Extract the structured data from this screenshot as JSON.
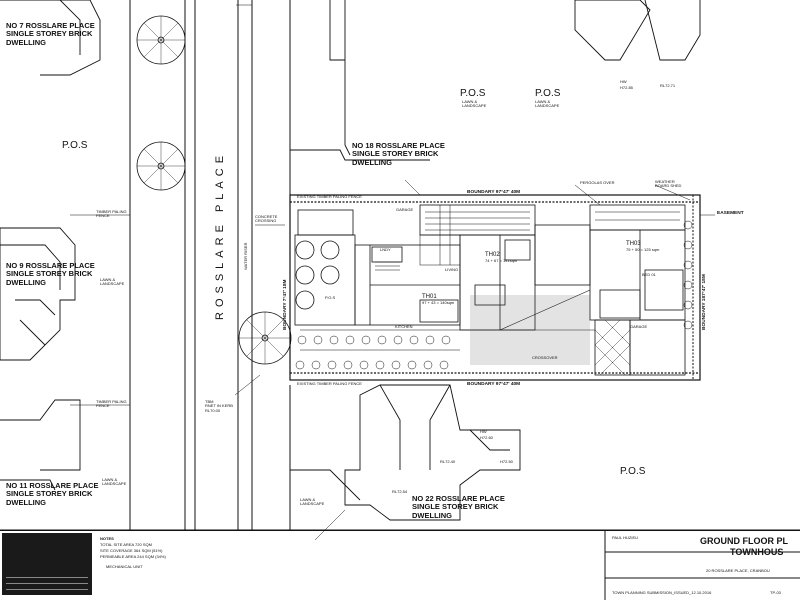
{
  "lots": {
    "no7": [
      "NO 7 ROSSLARE PLACE",
      "SINGLE STOREY BRICK",
      "DWELLING"
    ],
    "no9": [
      "NO 9 ROSSLARE PLACE",
      "SINGLE STOREY BRICK",
      "DWELLING"
    ],
    "no11": [
      "NO 11 ROSSLARE PLACE",
      "SINGLE STOREY BRICK",
      "DWELLING"
    ],
    "no18": [
      "NO 18 ROSSLARE PLACE",
      "SINGLE STOREY BRICK",
      "DWELLING"
    ],
    "no22": [
      "NO 22 ROSSLARE PLACE",
      "SINGLE STOREY BRICK",
      "DWELLING"
    ]
  },
  "pos_label": "P.O.S",
  "lawn": [
    "LAWN &",
    "LANDSCAPE"
  ],
  "street": "ROSSLARE PLACE",
  "fence": {
    "timber": [
      "TIMBER PALING",
      "FENCE"
    ],
    "existing": "EXISTING TIMBER PALING FENCE",
    "weather": [
      "WEATHER",
      "BOARD SHED"
    ],
    "pergolas": "PERGOLAS OVER"
  },
  "boundaries": {
    "north": "BOUNDARY 97°47'   40M",
    "south": "BOUNDARY 97°47'   40M",
    "west": "BOUNDARY 7°47'   18M",
    "east": "BOUNDARY 187°47'   18M",
    "easement": "EASEMENT"
  },
  "units": {
    "th01": {
      "name": "TH01",
      "area": "97 + 43 = 140sqm"
    },
    "th02": {
      "name": "TH02",
      "area": "74 + 67 = 141sqm"
    },
    "th03": {
      "name": "TH03",
      "area": "75 + 50 = 125 sqm"
    }
  },
  "rooms": [
    "GARAGE",
    "LNDY",
    "LIVING",
    "KITCHEN",
    "BED 01",
    "P.O.S",
    "GARAGE"
  ],
  "misc": {
    "concrete_crossing": [
      "CONCRETE",
      "CROSSING"
    ],
    "water_riser": "WATER RISER",
    "crossover": [
      "CROSSOVER"
    ],
    "tbm": [
      "TBM",
      "RNET IN KERB",
      "RL70.00"
    ]
  },
  "levels": [
    "HW",
    "H72.85",
    "HW",
    "H72.60",
    "RL72.71",
    "RL72.54",
    "H72.50",
    "RL72.40"
  ],
  "titleblock": {
    "notes_title": "NOTES",
    "notes": [
      "TOTAL SITE AREA 720 SQM",
      "SITE COVERAGE 364 SQM (51%)",
      "PERMEABLE AREA 244 SQM (34%)"
    ],
    "legend": "MECHANICAL UNIT",
    "drawing_title": "GROUND FLOOR PL",
    "drawing_sub": "TOWNHOUS",
    "address": "20 ROSSLARE PLACE, CRANBOU",
    "stage": "TOWN PLANNING SUBMISSION_ISSUED_12.10.2016",
    "client_label": "PAUL HUZIEU",
    "sheet": "TP-03"
  }
}
